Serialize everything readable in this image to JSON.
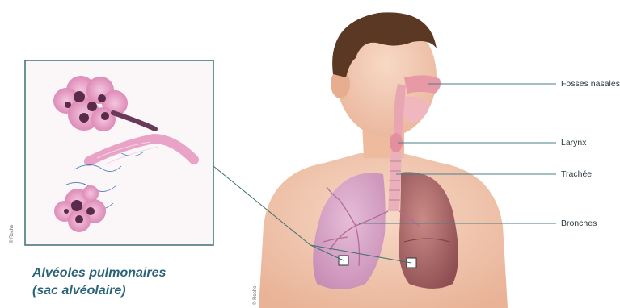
{
  "labels": {
    "fosses_nasales": "Fosses nasales",
    "larynx": "Larynx",
    "trachee": "Trachée",
    "bronches": "Bronches"
  },
  "caption": {
    "line1": "Alvéoles pulmonaires",
    "line2": "(sac alvéolaire)"
  },
  "credits": {
    "inset": "© Roche",
    "figure": "© Roche"
  },
  "colors": {
    "leader_line": "#4a7f8a",
    "caption_text": "#2a6478",
    "skin": "#f2c7ae",
    "hair": "#5a3824",
    "lung_left": "#d7a3c8",
    "lung_right": "#a86a6a",
    "airway": "#e8a6b2",
    "alveoli": "#e9a3c6",
    "alveoli_dark": "#5a2a4a"
  }
}
